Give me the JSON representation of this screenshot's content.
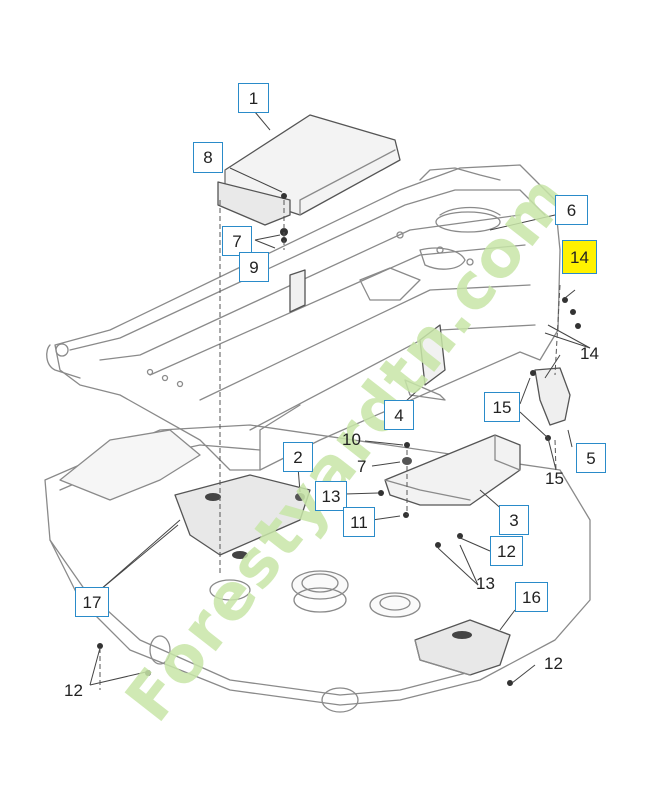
{
  "callouts": {
    "c1": "1",
    "c8": "8",
    "c7a": "7",
    "c9": "9",
    "c6": "6",
    "c14": "14",
    "c15a": "15",
    "c5": "5",
    "c4": "4",
    "c2": "2",
    "c13a": "13",
    "c11": "11",
    "c3": "3",
    "c12a": "12",
    "c16": "16",
    "c17": "17"
  },
  "labels": {
    "l14": "14",
    "l10": "10",
    "l7": "7",
    "l15": "15",
    "l13": "13",
    "l12a": "12",
    "l12b": "12"
  },
  "watermark": {
    "text": "Forestyardtn.com",
    "colors": {
      "main": "#c8e6a8",
      "accent": "#f7d7a3",
      "grey": "#d9d2c9"
    }
  },
  "colors": {
    "callout_border": "#2a8bc9",
    "highlight": "#fff200",
    "line": "#6d6d6d"
  }
}
